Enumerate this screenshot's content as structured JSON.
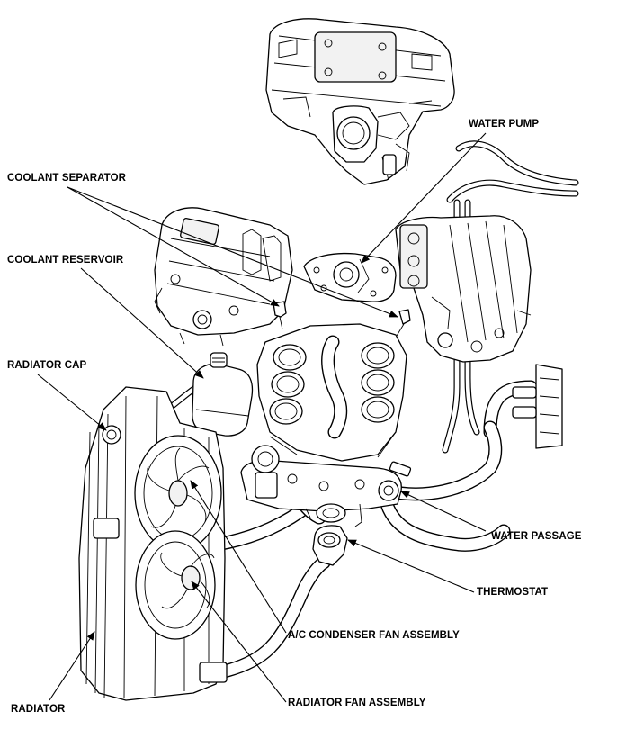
{
  "labels": {
    "water_pump": "WATER PUMP",
    "coolant_separator": "COOLANT SEPARATOR",
    "coolant_reservoir": "COOLANT RESERVOIR",
    "radiator_cap": "RADIATOR CAP",
    "water_passage": "WATER PASSAGE",
    "thermostat": "THERMOSTAT",
    "ac_condenser_fan": "A/C CONDENSER FAN ASSEMBLY",
    "radiator_fan": "RADIATOR FAN ASSEMBLY",
    "radiator": "RADIATOR"
  },
  "colors": {
    "line": "#000000",
    "background": "#ffffff"
  }
}
